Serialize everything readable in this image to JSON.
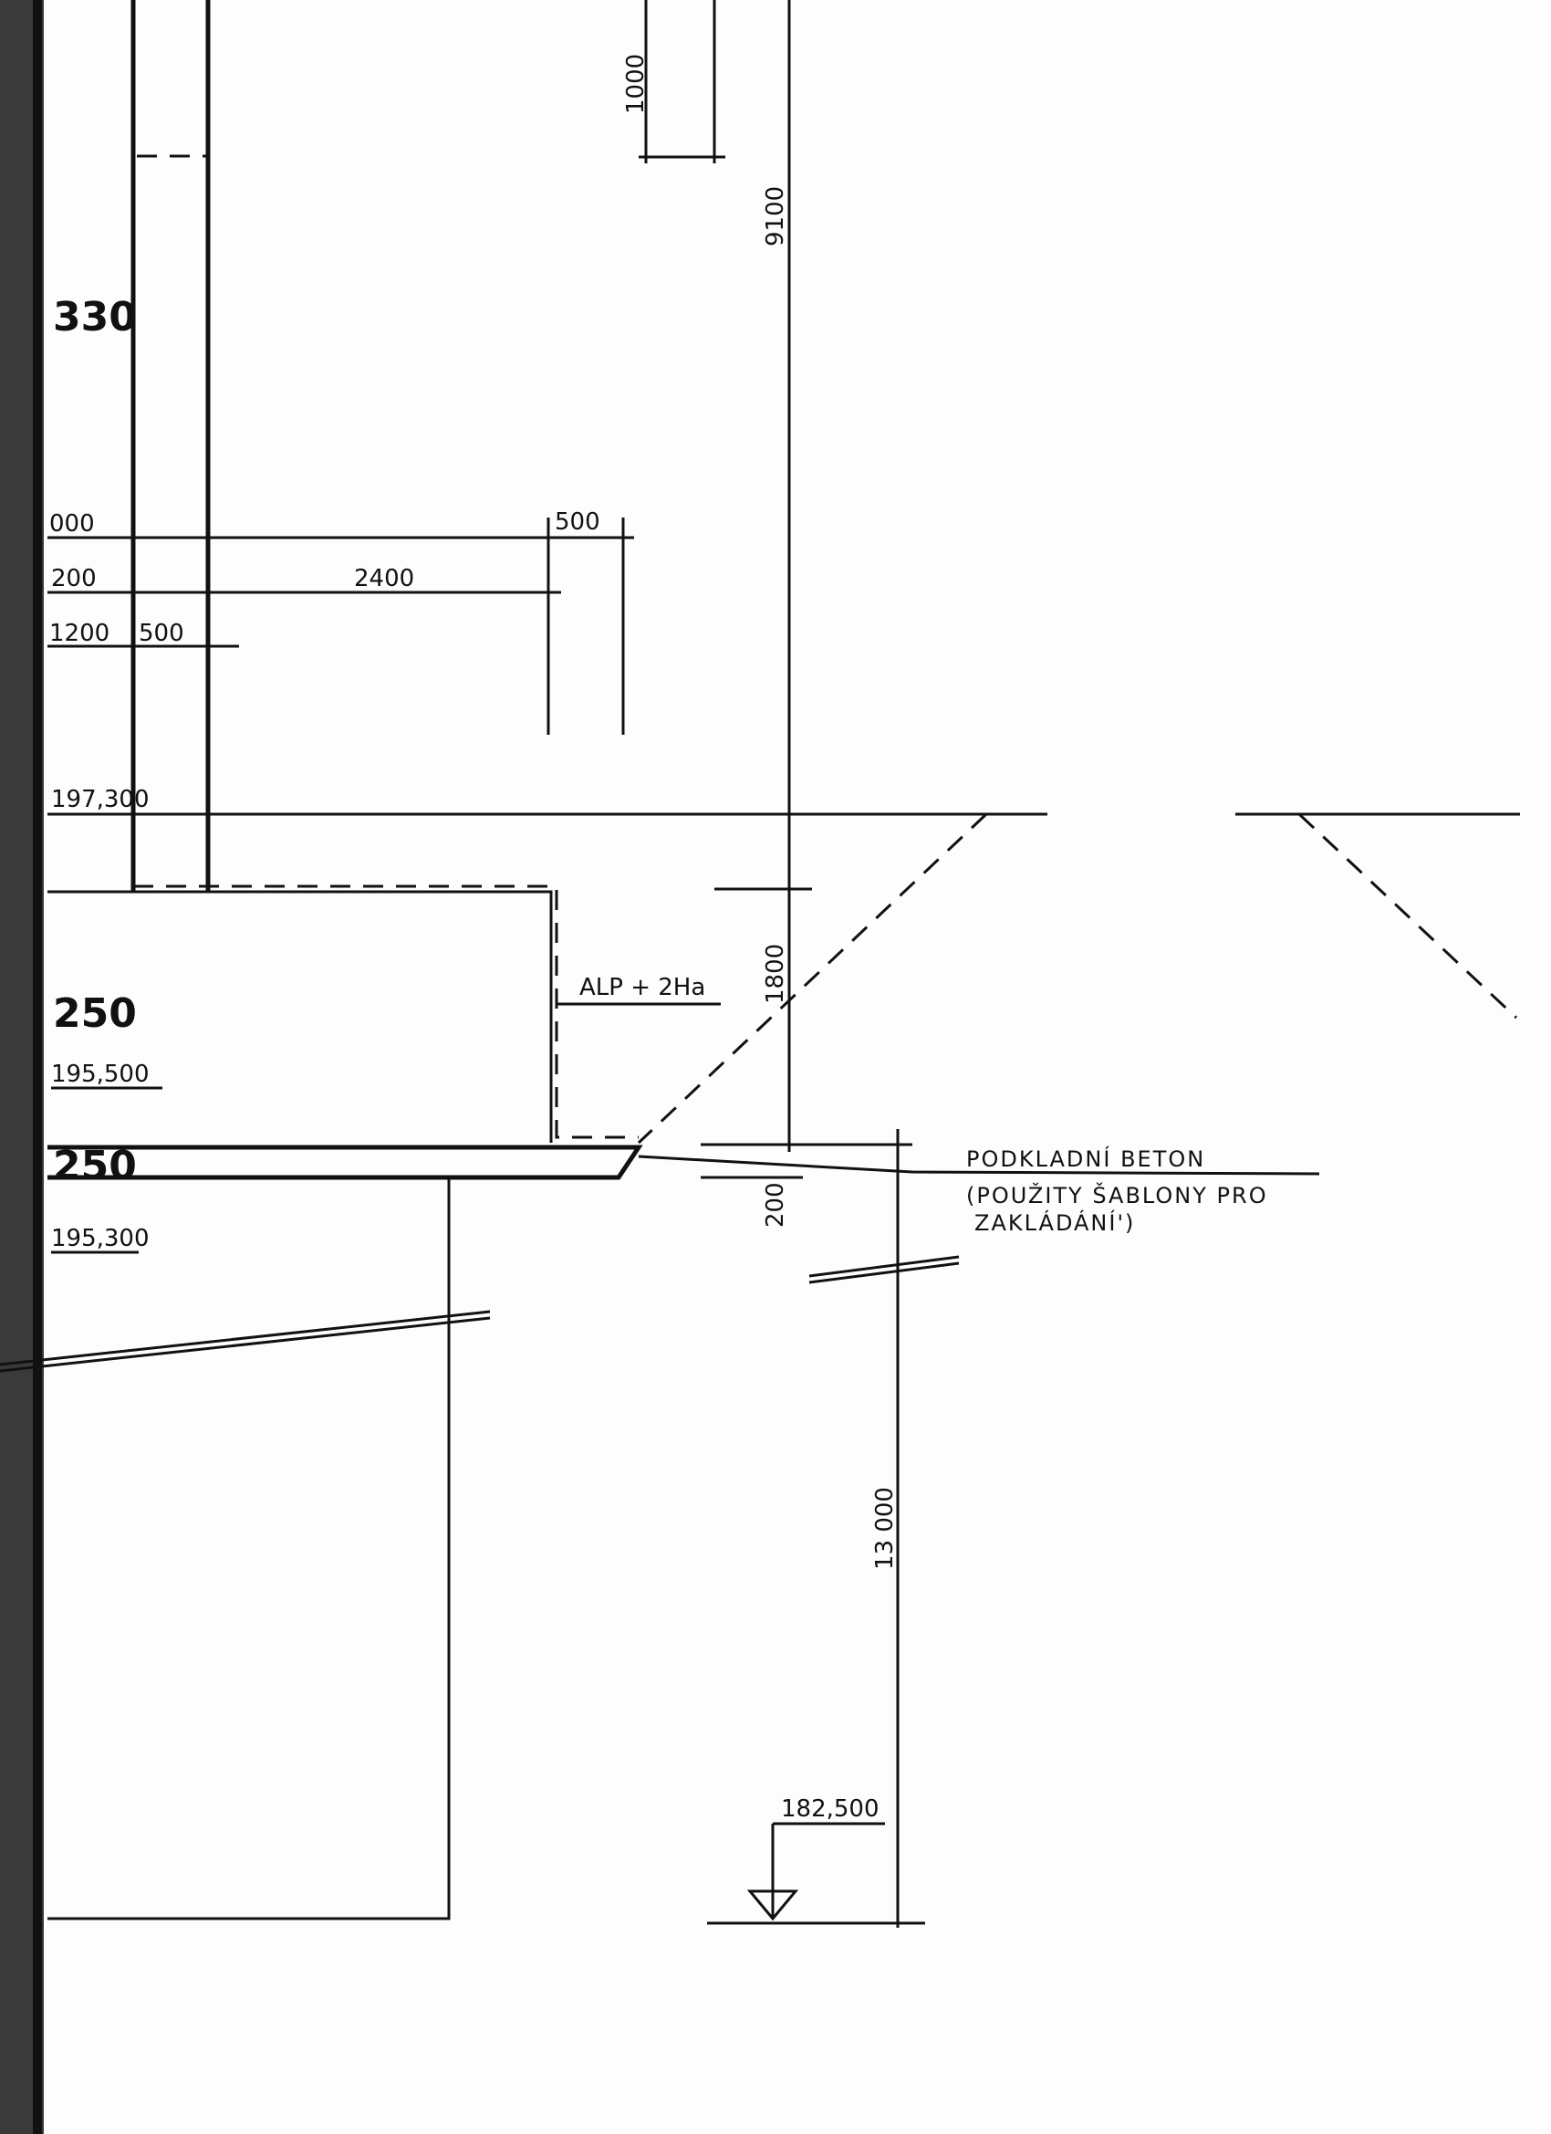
{
  "drawing": {
    "levels": {
      "top_partial": "330",
      "ground": "197,300",
      "slab_top_thickness": "250",
      "slab_top_level": "195,500",
      "base_thickness": "250",
      "base_level": "195,300",
      "bottom_level": "182,500"
    },
    "dimensions": {
      "d1000_top": "1000",
      "d9100": "9100",
      "row1_left": "000",
      "row1_right": "500",
      "row2_left": "200",
      "row2_mid": "2400",
      "row3_left": "1200",
      "row3_mid": "500",
      "d1800": "1800",
      "d200": "200",
      "d13000": "13 000"
    },
    "notes": {
      "insulation": "ALP + 2Ha",
      "base_line1": "PODKLADNÍ BETON",
      "base_line2": "(POUŽITY ŠABLONY PRO",
      "base_line3": "ZAKLÁDÁNÍ')"
    }
  }
}
